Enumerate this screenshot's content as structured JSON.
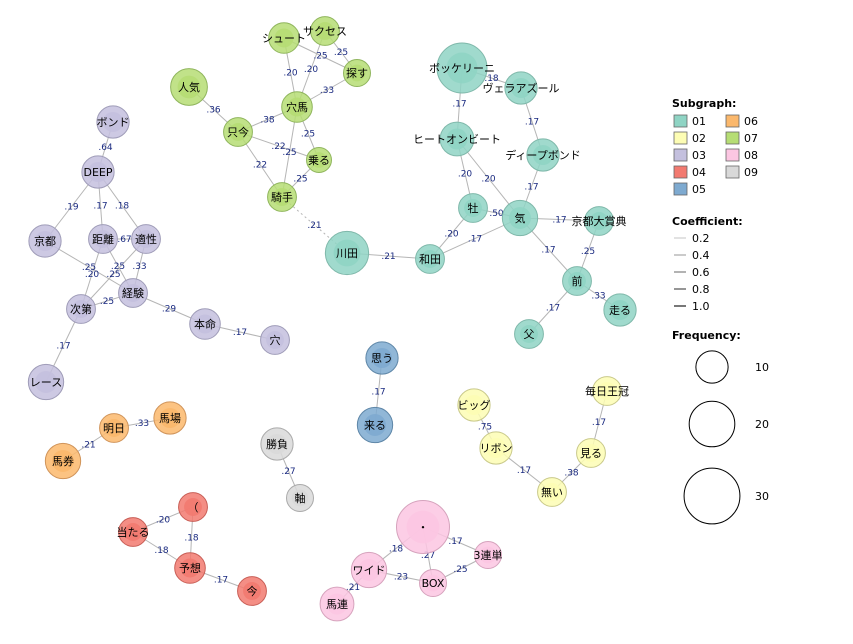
{
  "palette": {
    "01": "#8fd4c4",
    "02": "#fdfdb4",
    "03": "#c4c0de",
    "04": "#f27a70",
    "05": "#7eaad0",
    "06": "#fbb86c",
    "07": "#b6dd74",
    "08": "#fcc6e2",
    "09": "#d9d9d9"
  },
  "nodes": [
    {
      "id": "bokkuri",
      "label": "ボッケリーニ",
      "group": "01",
      "freq": 24
    },
    {
      "id": "vera",
      "label": "ヴェラアズール",
      "group": "01",
      "freq": 10
    },
    {
      "id": "heat",
      "label": "ヒートオンビート",
      "group": "01",
      "freq": 11
    },
    {
      "id": "deep",
      "label": "ディープボンド",
      "group": "01",
      "freq": 10
    },
    {
      "id": "ki",
      "label": "気",
      "group": "01",
      "freq": 12
    },
    {
      "id": "mesu",
      "label": "牡",
      "group": "01",
      "freq": 8
    },
    {
      "id": "kyotodai",
      "label": "京都大賞典",
      "group": "01",
      "freq": 8
    },
    {
      "id": "wada",
      "label": "和田",
      "group": "01",
      "freq": 8
    },
    {
      "id": "kawada",
      "label": "川田",
      "group": "01",
      "freq": 18
    },
    {
      "id": "mae",
      "label": "前",
      "group": "01",
      "freq": 8
    },
    {
      "id": "hashiru",
      "label": "走る",
      "group": "01",
      "freq": 10
    },
    {
      "id": "chichi",
      "label": "父",
      "group": "01",
      "freq": 8
    },
    {
      "id": "big",
      "label": "ビッグ",
      "group": "02",
      "freq": 10
    },
    {
      "id": "ribbon",
      "label": "リボン",
      "group": "02",
      "freq": 10
    },
    {
      "id": "nai",
      "label": "無い",
      "group": "02",
      "freq": 8
    },
    {
      "id": "miru",
      "label": "見る",
      "group": "02",
      "freq": 8
    },
    {
      "id": "mainichi",
      "label": "毎日王冠",
      "group": "02",
      "freq": 8
    },
    {
      "id": "bond",
      "label": "ボンド",
      "group": "03",
      "freq": 10
    },
    {
      "id": "deepc",
      "label": "DEEP",
      "group": "03",
      "freq": 10
    },
    {
      "id": "kyoto",
      "label": "京都",
      "group": "03",
      "freq": 10
    },
    {
      "id": "kyori",
      "label": "距離",
      "group": "03",
      "freq": 8
    },
    {
      "id": "tekisei",
      "label": "適性",
      "group": "03",
      "freq": 8
    },
    {
      "id": "keiken",
      "label": "経験",
      "group": "03",
      "freq": 8
    },
    {
      "id": "shidai",
      "label": "次第",
      "group": "03",
      "freq": 8
    },
    {
      "id": "honmei",
      "label": "本命",
      "group": "03",
      "freq": 9
    },
    {
      "id": "ana",
      "label": "穴",
      "group": "03",
      "freq": 8
    },
    {
      "id": "race",
      "label": "レース",
      "group": "03",
      "freq": 12
    },
    {
      "id": "paren",
      "label": "（",
      "group": "04",
      "freq": 8
    },
    {
      "id": "ataru",
      "label": "当たる",
      "group": "04",
      "freq": 8
    },
    {
      "id": "yosou",
      "label": "予想",
      "group": "04",
      "freq": 9
    },
    {
      "id": "ima",
      "label": "今",
      "group": "04",
      "freq": 8
    },
    {
      "id": "omou",
      "label": "思う",
      "group": "05",
      "freq": 10
    },
    {
      "id": "kuru",
      "label": "来る",
      "group": "05",
      "freq": 12
    },
    {
      "id": "ashita",
      "label": "明日",
      "group": "06",
      "freq": 8
    },
    {
      "id": "baba",
      "label": "馬場",
      "group": "06",
      "freq": 10
    },
    {
      "id": "baken",
      "label": "馬券",
      "group": "06",
      "freq": 12
    },
    {
      "id": "ninki",
      "label": "人気",
      "group": "07",
      "freq": 13
    },
    {
      "id": "tadaima",
      "label": "只今",
      "group": "07",
      "freq": 8
    },
    {
      "id": "anaba",
      "label": "穴馬",
      "group": "07",
      "freq": 9
    },
    {
      "id": "shooto",
      "label": "シュート",
      "group": "07",
      "freq": 9
    },
    {
      "id": "success",
      "label": "サクセス",
      "group": "07",
      "freq": 8
    },
    {
      "id": "sagasu",
      "label": "探す",
      "group": "07",
      "freq": 7
    },
    {
      "id": "noru",
      "label": "乗る",
      "group": "07",
      "freq": 6
    },
    {
      "id": "kishu",
      "label": "騎手",
      "group": "07",
      "freq": 8
    },
    {
      "id": "dot",
      "label": "・",
      "group": "08",
      "freq": 27
    },
    {
      "id": "wide",
      "label": "ワイド",
      "group": "08",
      "freq": 12
    },
    {
      "id": "box",
      "label": "BOX",
      "group": "08",
      "freq": 7
    },
    {
      "id": "sanrentan",
      "label": "3連単",
      "group": "08",
      "freq": 7
    },
    {
      "id": "baren",
      "label": "馬連",
      "group": "08",
      "freq": 11
    },
    {
      "id": "shoubu",
      "label": "勝負",
      "group": "09",
      "freq": 10
    },
    {
      "id": "jiku",
      "label": "軸",
      "group": "09",
      "freq": 7
    }
  ],
  "edges": [
    {
      "source": "bokkuri",
      "target": "vera",
      "weight": ".18"
    },
    {
      "source": "bokkuri",
      "target": "heat",
      "weight": ".17"
    },
    {
      "source": "vera",
      "target": "deep",
      "weight": ".17"
    },
    {
      "source": "heat",
      "target": "mesu",
      "weight": ".20"
    },
    {
      "source": "heat",
      "target": "ki",
      "weight": ".20"
    },
    {
      "source": "deep",
      "target": "ki",
      "weight": ".17"
    },
    {
      "source": "mesu",
      "target": "ki",
      "weight": ".50"
    },
    {
      "source": "ki",
      "target": "kyotodai",
      "weight": ".17"
    },
    {
      "source": "mesu",
      "target": "wada",
      "weight": ".20"
    },
    {
      "source": "ki",
      "target": "wada",
      "weight": ".17"
    },
    {
      "source": "kawada",
      "target": "wada",
      "weight": ".21"
    },
    {
      "source": "ki",
      "target": "mae",
      "weight": ".17"
    },
    {
      "source": "kyotodai",
      "target": "mae",
      "weight": ".25"
    },
    {
      "source": "mae",
      "target": "hashiru",
      "weight": ".33"
    },
    {
      "source": "mae",
      "target": "chichi",
      "weight": ".17"
    },
    {
      "source": "kishu",
      "target": "kawada",
      "weight": ".21",
      "dashed": true
    },
    {
      "source": "big",
      "target": "ribbon",
      "weight": ".75"
    },
    {
      "source": "ribbon",
      "target": "nai",
      "weight": ".17"
    },
    {
      "source": "nai",
      "target": "miru",
      "weight": ".38"
    },
    {
      "source": "miru",
      "target": "mainichi",
      "weight": ".17"
    },
    {
      "source": "bond",
      "target": "deepc",
      "weight": ".64"
    },
    {
      "source": "deepc",
      "target": "kyoto",
      "weight": ".19"
    },
    {
      "source": "deepc",
      "target": "kyori",
      "weight": ".17"
    },
    {
      "source": "deepc",
      "target": "tekisei",
      "weight": ".18"
    },
    {
      "source": "kyori",
      "target": "tekisei",
      "weight": ".67"
    },
    {
      "source": "kyoto",
      "target": "keiken",
      "weight": ".25"
    },
    {
      "source": "kyori",
      "target": "shidai",
      "weight": ".20"
    },
    {
      "source": "kyori",
      "target": "keiken",
      "weight": ".25"
    },
    {
      "source": "tekisei",
      "target": "shidai",
      "weight": ".25"
    },
    {
      "source": "tekisei",
      "target": "keiken",
      "weight": ".33"
    },
    {
      "source": "shidai",
      "target": "keiken",
      "weight": ".25"
    },
    {
      "source": "keiken",
      "target": "honmei",
      "weight": ".29"
    },
    {
      "source": "honmei",
      "target": "ana",
      "weight": ".17"
    },
    {
      "source": "shidai",
      "target": "race",
      "weight": ".17"
    },
    {
      "source": "ataru",
      "target": "paren",
      "weight": ".20"
    },
    {
      "source": "paren",
      "target": "yosou",
      "weight": ".18"
    },
    {
      "source": "ataru",
      "target": "yosou",
      "weight": ".18"
    },
    {
      "source": "yosou",
      "target": "ima",
      "weight": ".17"
    },
    {
      "source": "omou",
      "target": "kuru",
      "weight": ".17"
    },
    {
      "source": "ashita",
      "target": "baba",
      "weight": ".33"
    },
    {
      "source": "ashita",
      "target": "baken",
      "weight": ".21"
    },
    {
      "source": "ninki",
      "target": "tadaima",
      "weight": ".36"
    },
    {
      "source": "tadaima",
      "target": "anaba",
      "weight": ".38"
    },
    {
      "source": "tadaima",
      "target": "kishu",
      "weight": ".22"
    },
    {
      "source": "tadaima",
      "target": "noru",
      "weight": ".22"
    },
    {
      "source": "anaba",
      "target": "shooto",
      "weight": ".20"
    },
    {
      "source": "anaba",
      "target": "success",
      "weight": ".20"
    },
    {
      "source": "anaba",
      "target": "sagasu",
      "weight": ".33"
    },
    {
      "source": "shooto",
      "target": "sagasu",
      "weight": ".25"
    },
    {
      "source": "success",
      "target": "sagasu",
      "weight": ".25"
    },
    {
      "source": "anaba",
      "target": "noru",
      "weight": ".25"
    },
    {
      "source": "anaba",
      "target": "kishu",
      "weight": ".25"
    },
    {
      "source": "noru",
      "target": "kishu",
      "weight": ".25"
    },
    {
      "source": "wide",
      "target": "dot",
      "weight": ".18"
    },
    {
      "source": "dot",
      "target": "box",
      "weight": ".27"
    },
    {
      "source": "dot",
      "target": "sanrentan",
      "weight": ".17"
    },
    {
      "source": "wide",
      "target": "box",
      "weight": ".23"
    },
    {
      "source": "box",
      "target": "sanrentan",
      "weight": ".25"
    },
    {
      "source": "wide",
      "target": "baren",
      "weight": ".21"
    },
    {
      "source": "shoubu",
      "target": "jiku",
      "weight": ".27"
    }
  ],
  "legend": {
    "subgraph_title": "Subgraph:",
    "subgraph_items": [
      {
        "code": "01",
        "group": "01"
      },
      {
        "code": "02",
        "group": "02"
      },
      {
        "code": "03",
        "group": "03"
      },
      {
        "code": "04",
        "group": "04"
      },
      {
        "code": "05",
        "group": "05"
      },
      {
        "code": "06",
        "group": "06"
      },
      {
        "code": "07",
        "group": "07"
      },
      {
        "code": "08",
        "group": "08"
      },
      {
        "code": "09",
        "group": "09"
      }
    ],
    "coefficient_title": "Coefficient:",
    "coefficient_items": [
      "0.2",
      "0.4",
      "0.6",
      "0.8",
      "1.0"
    ],
    "frequency_title": "Frequency:",
    "frequency_items": [
      "10",
      "20",
      "30"
    ]
  }
}
